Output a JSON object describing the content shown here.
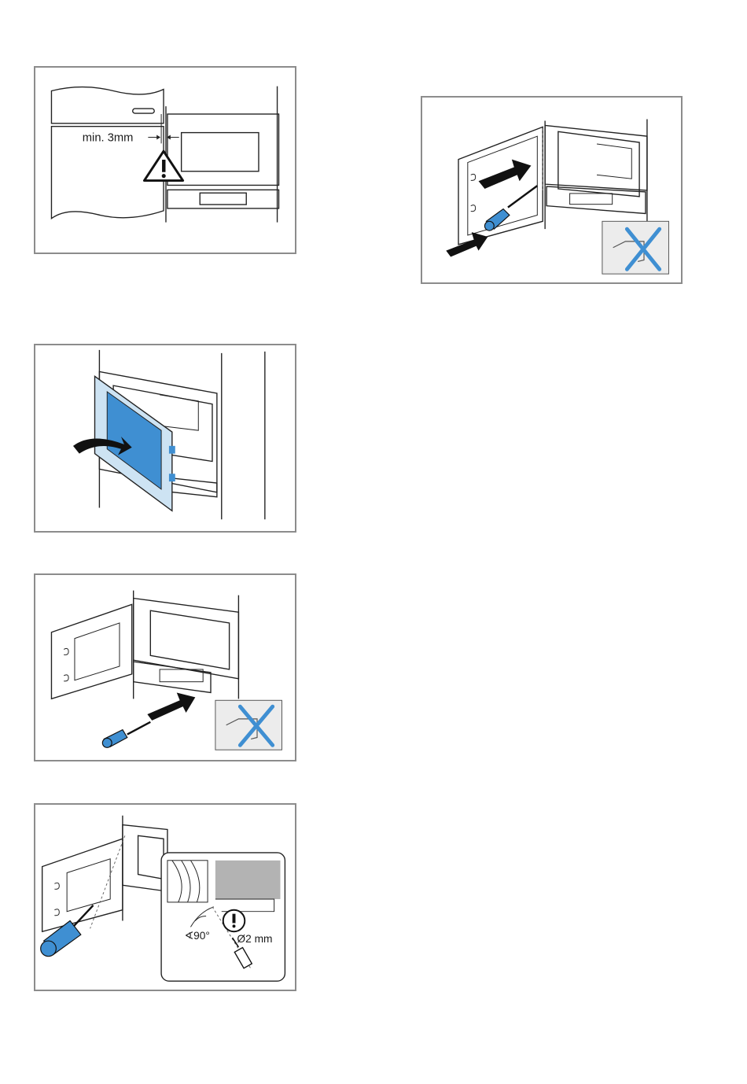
{
  "steps": {
    "clearance": {
      "gap_label": "min. 3mm"
    },
    "hole_spec": {
      "angle_label": "∢90°",
      "diameter_label": "Ø2 mm"
    }
  },
  "icons": [
    "warning-triangle-icon",
    "arrow-icon",
    "curved-arrow-icon",
    "screwdriver-icon",
    "no-power-drill-icon",
    "drill-icon",
    "attention-icon"
  ],
  "colors": {
    "accent_blue": "#3f8fd2",
    "light_blue": "#cde3f3",
    "frame_grey": "#8c8c8c",
    "inset_grey": "#b3b3b3"
  }
}
